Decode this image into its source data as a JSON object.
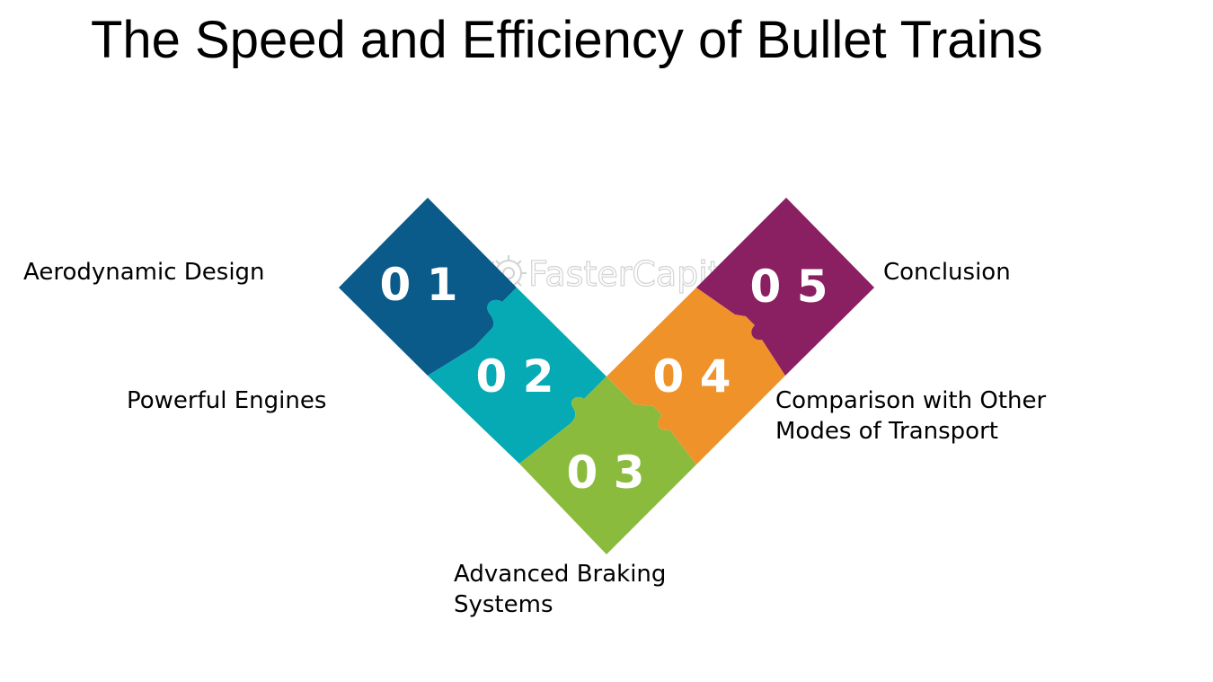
{
  "title": "The Speed and Efficiency of Bullet Trains",
  "watermark": "FasterCapital",
  "steps": [
    {
      "number": "0 1",
      "label": "Aerodynamic Design",
      "color": "#0a5a8a"
    },
    {
      "number": "0 2",
      "label": "Powerful Engines",
      "color": "#05aab5"
    },
    {
      "number": "0 3",
      "label": "Advanced Braking Systems",
      "color": "#8bbb3c"
    },
    {
      "number": "0 4",
      "label": "Comparison with Other Modes of Transport",
      "color": "#f0922a"
    },
    {
      "number": "0 5",
      "label": "Conclusion",
      "color": "#8a1f62"
    }
  ]
}
